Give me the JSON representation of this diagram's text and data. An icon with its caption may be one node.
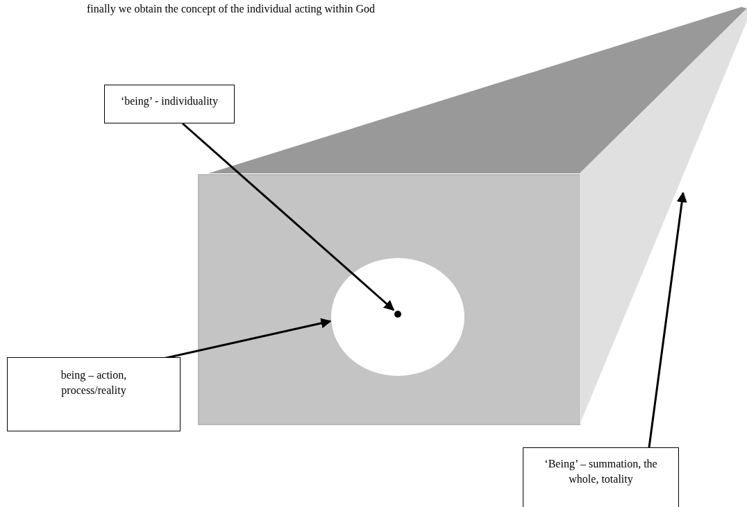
{
  "diagram": {
    "title": "finally we obtain the concept of the individual acting within God",
    "nodes": [
      {
        "text": [
          "‘being’ - individuality"
        ]
      },
      {
        "text": [],
        "shape": "circle",
        "in": 2
      },
      {
        "text": [],
        "shape": "circle"
      },
      {
        "text": [
          "being – action, process/reality"
        ]
      },
      {
        "text": [],
        "shape": "box"
      },
      {
        "text": [
          "‘Being’ – summation, the whole, totality"
        ]
      }
    ],
    "edges": [
      {
        "from": 0,
        "to": 1,
        "arrow": "to"
      },
      {
        "from": 3,
        "to": 2,
        "arrow": "to"
      },
      {
        "from": 5,
        "to": 4,
        "arrow": "to"
      }
    ]
  }
}
